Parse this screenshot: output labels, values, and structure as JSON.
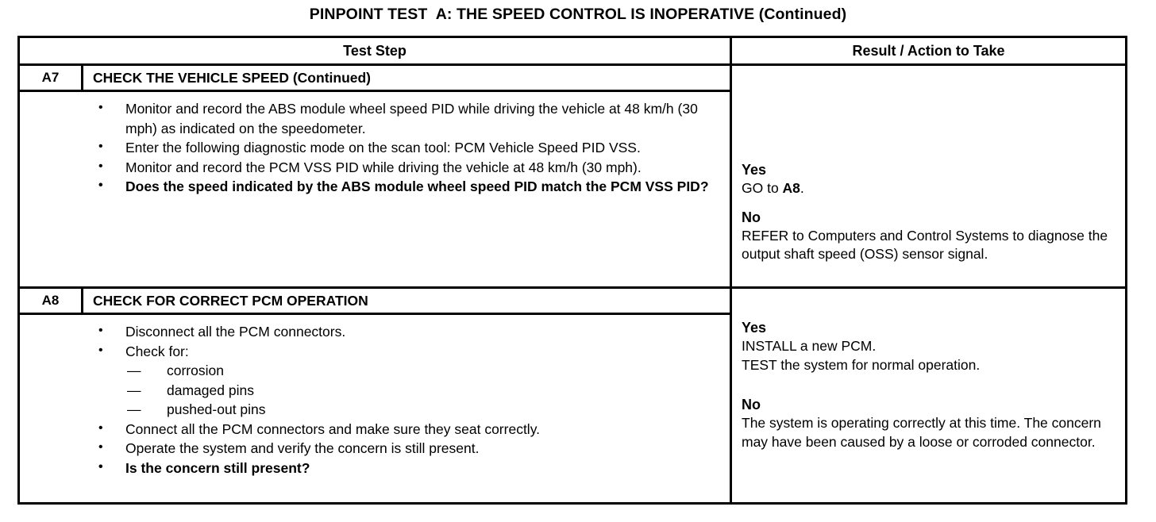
{
  "title": "PINPOINT TEST  A: THE SPEED CONTROL IS INOPERATIVE (Continued)",
  "table": {
    "headers": {
      "step": "Test Step",
      "result": "Result / Action to Take"
    },
    "steps": [
      {
        "id": "A7",
        "title": "CHECK THE VEHICLE SPEED (Continued)",
        "bullets": [
          {
            "text": "Monitor and record the ABS module wheel speed PID while driving the vehicle at 48 km/h (30 mph) as indicated on the speedometer.",
            "bold": false
          },
          {
            "text": "Enter the following diagnostic mode on the scan tool: PCM Vehicle Speed PID VSS.",
            "bold": false
          },
          {
            "text": "Monitor and record the PCM VSS PID while driving the vehicle at 48 km/h (30 mph).",
            "bold": false
          },
          {
            "text": "Does the speed indicated by the ABS module wheel speed PID match the PCM VSS PID?",
            "bold": true
          }
        ],
        "result": {
          "yes_label": "Yes",
          "yes_text_pre": "GO to ",
          "yes_text_bold": "A8",
          "yes_text_post": ".",
          "no_label": "No",
          "no_text": "REFER to Computers and Control Systems  to diagnose the output shaft speed (OSS) sensor signal."
        }
      },
      {
        "id": "A8",
        "title": "CHECK FOR CORRECT PCM OPERATION",
        "bullets": [
          {
            "text": "Disconnect all the PCM connectors.",
            "bold": false
          },
          {
            "text": "Check for:",
            "bold": false,
            "sub": [
              "corrosion",
              "damaged pins",
              "pushed-out pins"
            ]
          },
          {
            "text": "Connect all the PCM connectors and make sure they seat correctly.",
            "bold": false
          },
          {
            "text": "Operate the system and verify the concern is still present.",
            "bold": false
          },
          {
            "text": "Is the concern still present?",
            "bold": true
          }
        ],
        "result": {
          "yes_label": "Yes",
          "yes_line1": "INSTALL a new PCM.",
          "yes_line2": "TEST the system for normal operation.",
          "no_label": "No",
          "no_text": "The system is operating correctly at this time. The concern may have been caused by a loose or corroded connector."
        }
      }
    ]
  }
}
